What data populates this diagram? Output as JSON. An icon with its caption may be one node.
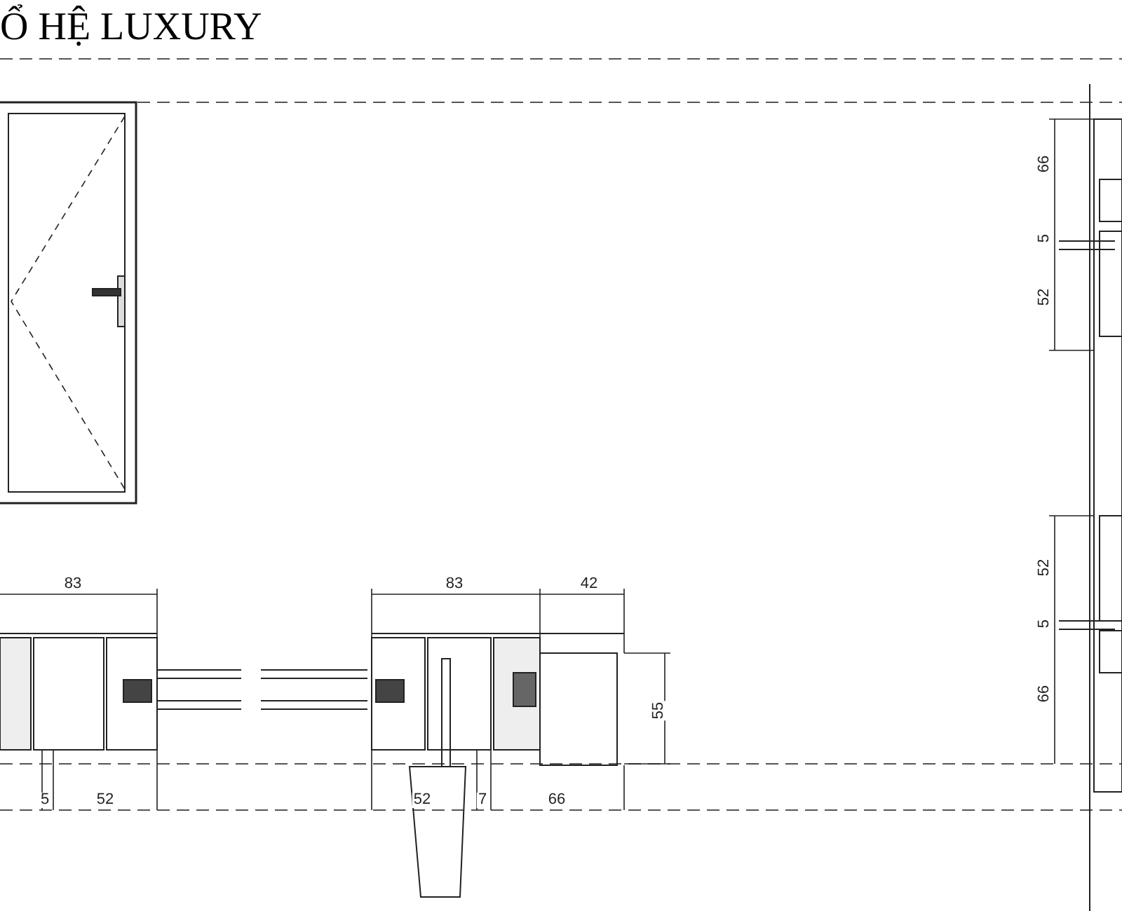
{
  "diagram": {
    "title": "Ổ HỆ LUXURY",
    "labels": [
      "66",
      "5",
      "52",
      "83",
      "83",
      "42",
      "52",
      "5",
      "55",
      "66",
      "5",
      "52",
      "52",
      "7",
      "66"
    ]
  }
}
